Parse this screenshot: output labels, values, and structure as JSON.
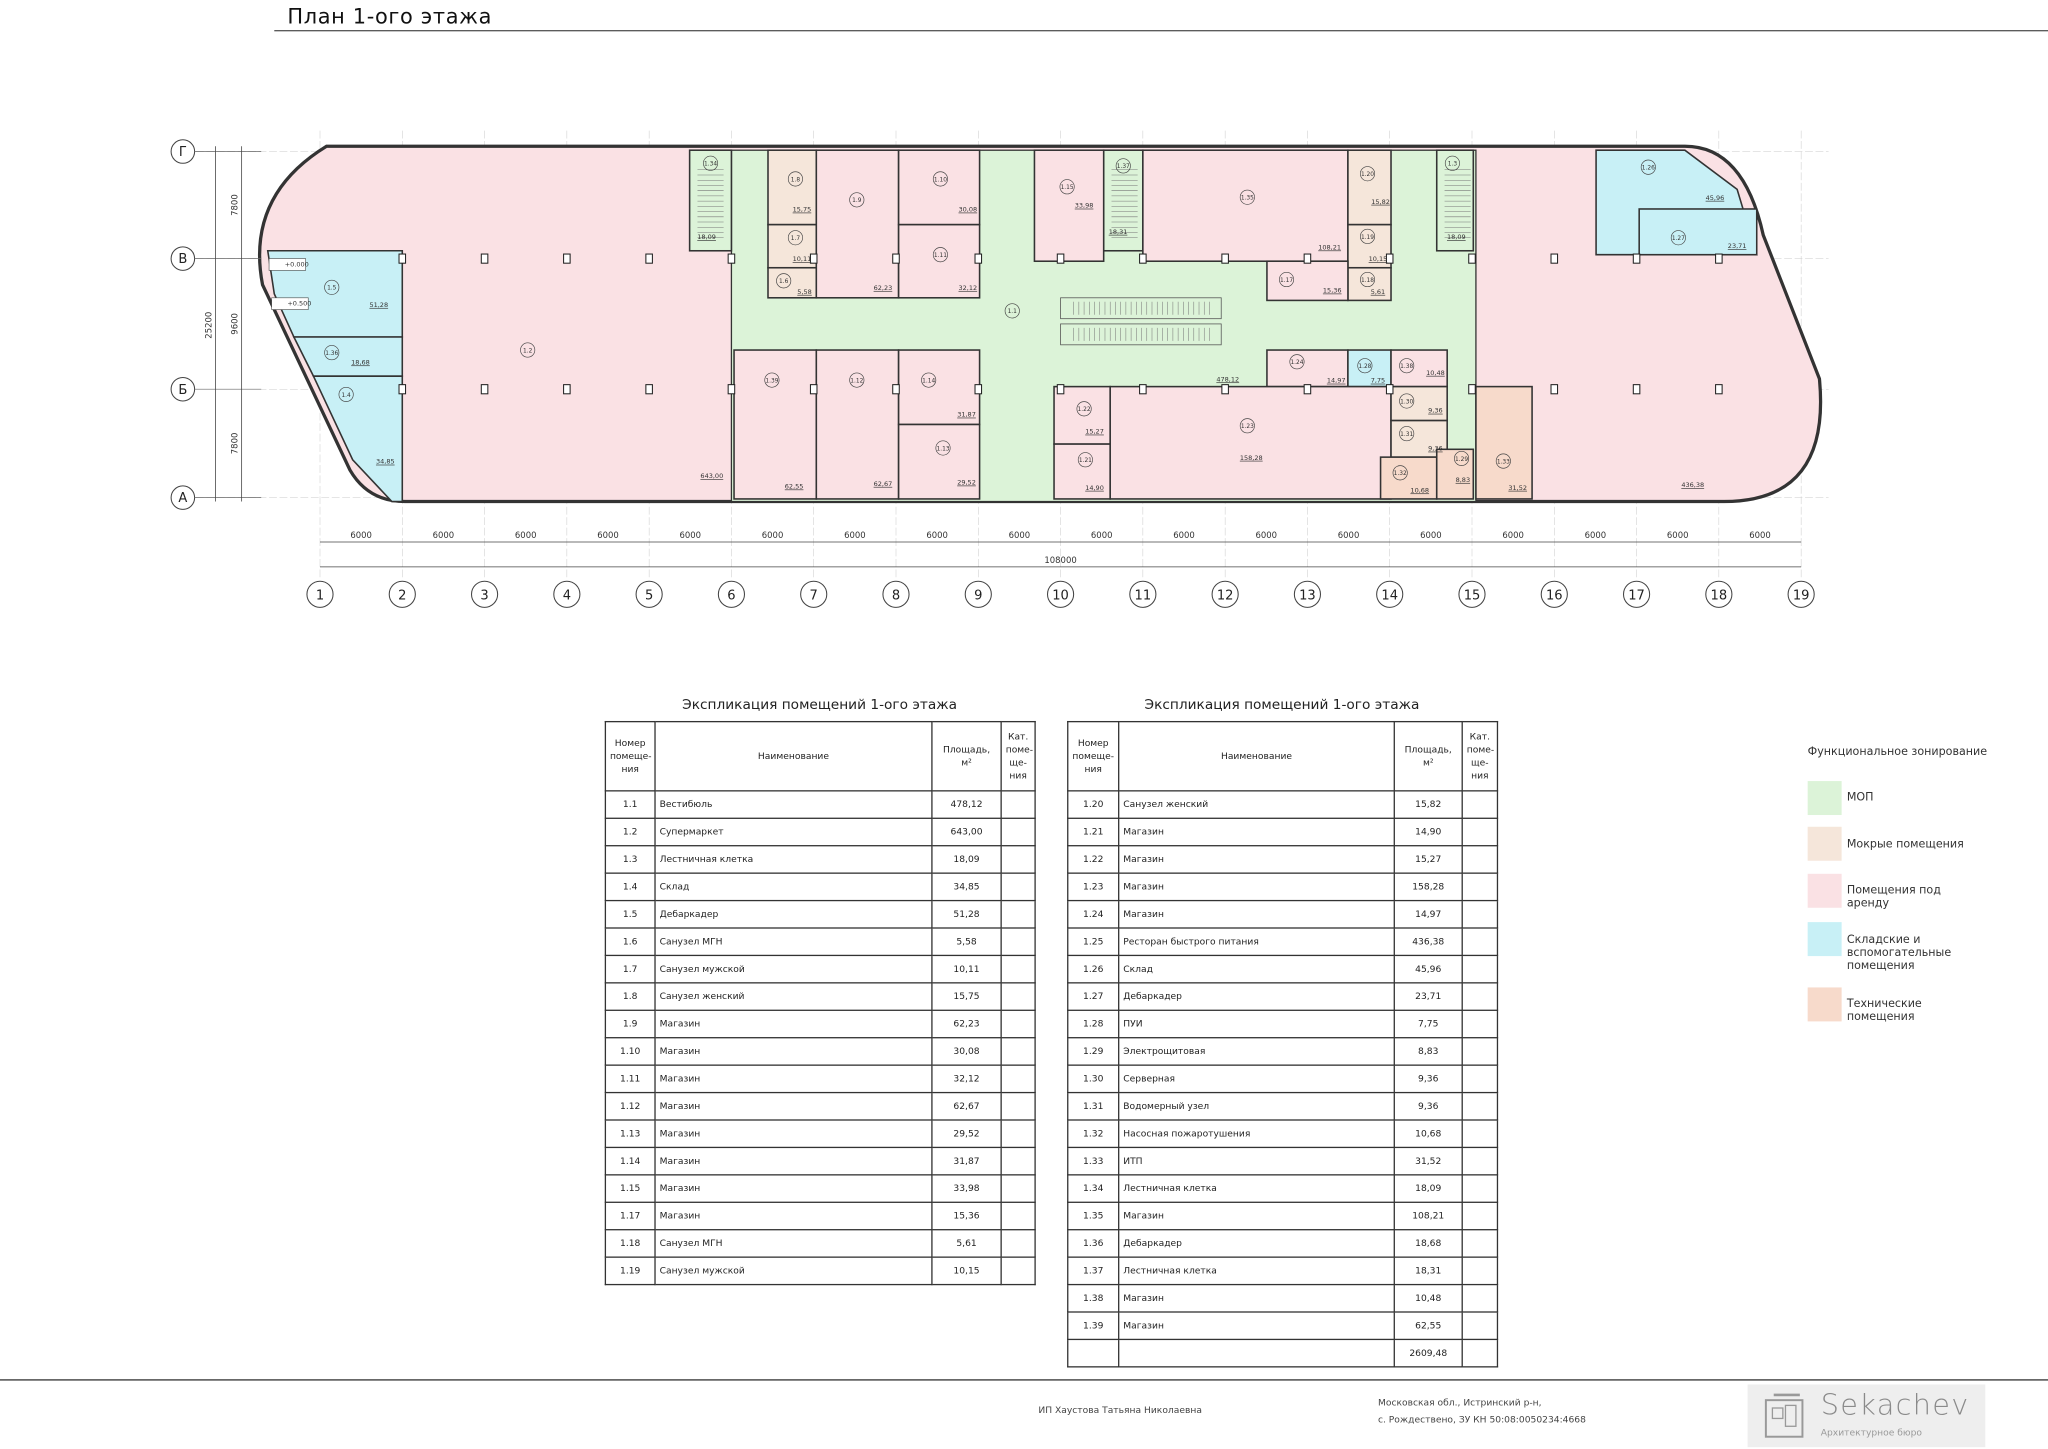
{
  "title": "План 1-ого этажа",
  "plan": {
    "row_axes": [
      "Г",
      "В",
      "Б",
      "А"
    ],
    "col_axes": [
      "1",
      "2",
      "3",
      "4",
      "5",
      "6",
      "7",
      "8",
      "9",
      "10",
      "11",
      "12",
      "13",
      "14",
      "15",
      "16",
      "17",
      "18",
      "19"
    ],
    "span_label": "6000",
    "total_length": "108000",
    "row_dims": [
      "7800",
      "9600",
      "7800"
    ],
    "total_width": "25200",
    "levels": [
      "+0.000",
      "+0.500"
    ],
    "rooms": [
      {
        "num": "1.1",
        "area": "478,12"
      },
      {
        "num": "1.2",
        "area": "643,00"
      },
      {
        "num": "1.3",
        "area": "18,09"
      },
      {
        "num": "1.34",
        "area": "18,09"
      },
      {
        "num": "1.37",
        "area": "18,31"
      },
      {
        "num": "1.5",
        "area": "51,28"
      },
      {
        "num": "1.36",
        "area": "18,68"
      },
      {
        "num": "1.4",
        "area": "34,85"
      },
      {
        "num": "1.8",
        "area": "15,75"
      },
      {
        "num": "1.7",
        "area": "10,11"
      },
      {
        "num": "1.6",
        "area": "5,58"
      },
      {
        "num": "1.9",
        "area": "62,23"
      },
      {
        "num": "1.10",
        "area": "30,08"
      },
      {
        "num": "1.11",
        "area": "32,12"
      },
      {
        "num": "1.39",
        "area": "62,55"
      },
      {
        "num": "1.12",
        "area": "62,67"
      },
      {
        "num": "1.14",
        "area": "31,87"
      },
      {
        "num": "1.13",
        "area": "29,52"
      },
      {
        "num": "1.15",
        "area": "33,98"
      },
      {
        "num": "1.35",
        "area": "108,21"
      },
      {
        "num": "1.20",
        "area": "15,82"
      },
      {
        "num": "1.19",
        "area": "10,15"
      },
      {
        "num": "1.18",
        "area": "5,61"
      },
      {
        "num": "1.17",
        "area": "15,36"
      },
      {
        "num": "1.24",
        "area": "14,97"
      },
      {
        "num": "1.28",
        "area": "7,75"
      },
      {
        "num": "1.38",
        "area": "10,48"
      },
      {
        "num": "1.22",
        "area": "15,27"
      },
      {
        "num": "1.21",
        "area": "14,90"
      },
      {
        "num": "1.23",
        "area": "158,28"
      },
      {
        "num": "1.30",
        "area": "9,36"
      },
      {
        "num": "1.31",
        "area": "9,36"
      },
      {
        "num": "1.32",
        "area": "10,68"
      },
      {
        "num": "1.29",
        "area": "8,83"
      },
      {
        "num": "1.33",
        "area": "31,52"
      },
      {
        "num": "1.25",
        "area": "436,38"
      },
      {
        "num": "1.26",
        "area": "45,96"
      },
      {
        "num": "1.27",
        "area": "23,71"
      }
    ]
  },
  "tables": [
    {
      "title": "Экспликация помещений 1-ого этажа",
      "headers": [
        "Номер помеще-ния",
        "Наименование",
        "Площадь, м²",
        "Кат. поме-ще-ния"
      ],
      "rows": [
        [
          "1.1",
          "Вестибюль",
          "478,12"
        ],
        [
          "1.2",
          "Супермаркет",
          "643,00"
        ],
        [
          "1.3",
          "Лестничная клетка",
          "18,09"
        ],
        [
          "1.4",
          "Склад",
          "34,85"
        ],
        [
          "1.5",
          "Дебаркадер",
          "51,28"
        ],
        [
          "1.6",
          "Санузел МГН",
          "5,58"
        ],
        [
          "1.7",
          "Санузел мужской",
          "10,11"
        ],
        [
          "1.8",
          "Санузел женский",
          "15,75"
        ],
        [
          "1.9",
          "Магазин",
          "62,23"
        ],
        [
          "1.10",
          "Магазин",
          "30,08"
        ],
        [
          "1.11",
          "Магазин",
          "32,12"
        ],
        [
          "1.12",
          "Магазин",
          "62,67"
        ],
        [
          "1.13",
          "Магазин",
          "29,52"
        ],
        [
          "1.14",
          "Магазин",
          "31,87"
        ],
        [
          "1.15",
          "Магазин",
          "33,98"
        ],
        [
          "1.17",
          "Магазин",
          "15,36"
        ],
        [
          "1.18",
          "Санузел МГН",
          "5,61"
        ],
        [
          "1.19",
          "Санузел мужской",
          "10,15"
        ]
      ]
    },
    {
      "title": "Экспликация помещений 1-ого этажа",
      "headers": [
        "Номер помеще-ния",
        "Наименование",
        "Площадь, м²",
        "Кат. поме-ще-ния"
      ],
      "rows": [
        [
          "1.20",
          "Санузел женский",
          "15,82"
        ],
        [
          "1.21",
          "Магазин",
          "14,90"
        ],
        [
          "1.22",
          "Магазин",
          "15,27"
        ],
        [
          "1.23",
          "Магазин",
          "158,28"
        ],
        [
          "1.24",
          "Магазин",
          "14,97"
        ],
        [
          "1.25",
          "Ресторан быстрого питания",
          "436,38"
        ],
        [
          "1.26",
          "Склад",
          "45,96"
        ],
        [
          "1.27",
          "Дебаркадер",
          "23,71"
        ],
        [
          "1.28",
          "ПУИ",
          "7,75"
        ],
        [
          "1.29",
          "Электрощитовая",
          "8,83"
        ],
        [
          "1.30",
          "Серверная",
          "9,36"
        ],
        [
          "1.31",
          "Водомерный узел",
          "9,36"
        ],
        [
          "1.32",
          "Насосная пожаротушения",
          "10,68"
        ],
        [
          "1.33",
          "ИТП",
          "31,52"
        ],
        [
          "1.34",
          "Лестничная клетка",
          "18,09"
        ],
        [
          "1.35",
          "Магазин",
          "108,21"
        ],
        [
          "1.36",
          "Дебаркадер",
          "18,68"
        ],
        [
          "1.37",
          "Лестничная клетка",
          "18,31"
        ],
        [
          "1.38",
          "Магазин",
          "10,48"
        ],
        [
          "1.39",
          "Магазин",
          "62,55"
        ]
      ],
      "total": "2609,48"
    }
  ],
  "legend": {
    "title": "Функциональное зонирование",
    "items": [
      {
        "key": "mop",
        "label": "МОП",
        "color": "#dcf3d8"
      },
      {
        "key": "wet",
        "label": "Мокрые помещения",
        "color": "#f5e6da"
      },
      {
        "key": "rent",
        "label": "Помещения под аренду",
        "color": "#fae1e4"
      },
      {
        "key": "storage",
        "label": "Складские и вспомогательные помещения",
        "color": "#c8f0f6"
      },
      {
        "key": "tech",
        "label": "Технические помещения",
        "color": "#f7dacb"
      }
    ]
  },
  "footer": {
    "owner": "ИП Хаустова Татьяна Николаевна",
    "address_line1": "Московская обл., Истринский р-н,",
    "address_line2": "с. Рождествено, ЗУ КН 50:08:0050234:4668",
    "logo_name": "Sekachev",
    "logo_sub": "Архитектурное бюро"
  }
}
